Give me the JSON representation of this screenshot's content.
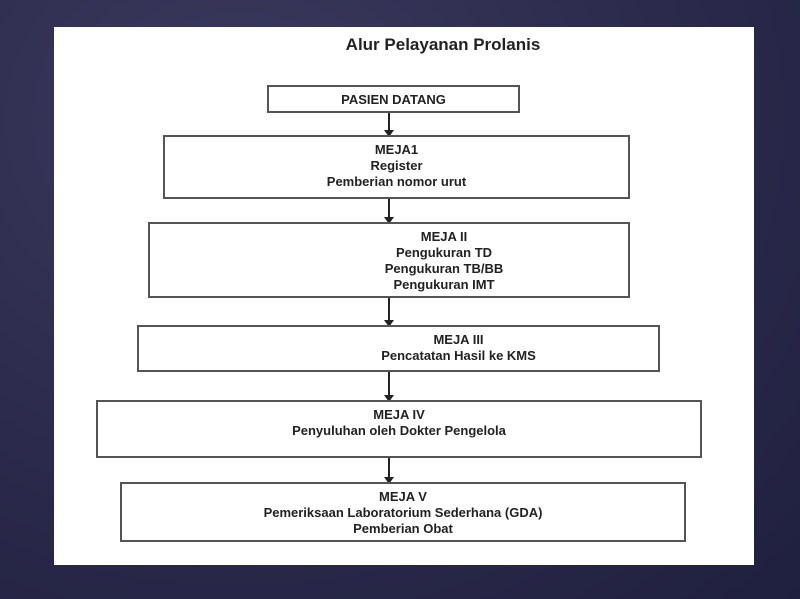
{
  "diagram": {
    "title": "Alur Pelayanan Prolanis",
    "steps": [
      {
        "lines": [
          "PASIEN DATANG"
        ]
      },
      {
        "lines": [
          "MEJA1",
          "Register",
          "Pemberian nomor urut"
        ]
      },
      {
        "lines": [
          "MEJA II",
          "Pengukuran TD",
          "Pengukuran TB/BB",
          "Pengukuran IMT"
        ]
      },
      {
        "lines": [
          "MEJA III",
          "Pencatatan Hasil ke KMS"
        ]
      },
      {
        "lines": [
          "MEJA IV",
          "Penyuluhan oleh Dokter Pengelola"
        ]
      },
      {
        "lines": [
          "MEJA V",
          "Pemeriksaan Laboratorium Sederhana (GDA)",
          "Pemberian Obat"
        ]
      }
    ],
    "colors": {
      "background": "#2b2a4c",
      "panel": "#ffffff",
      "border": "#555555"
    }
  }
}
